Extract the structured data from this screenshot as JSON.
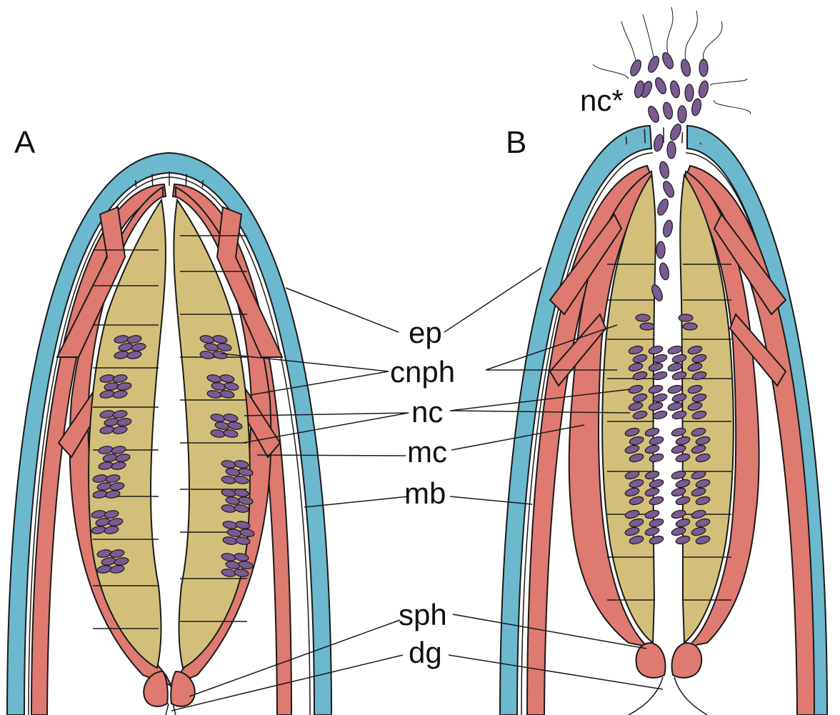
{
  "panels": {
    "a": "A",
    "b": "B"
  },
  "labels": {
    "ep": "ep",
    "cnph": "cnph",
    "nc": "nc",
    "mc": "mc",
    "mb": "mb",
    "sph": "sph",
    "dg": "dg",
    "nc_star": "nc*"
  },
  "colors": {
    "epithelium": "#6bb8cf",
    "muscle": "#de7a70",
    "cnidophore": "#d2c07a",
    "nematocyst": "#7a5a93",
    "outline": "#1a1a1a"
  }
}
